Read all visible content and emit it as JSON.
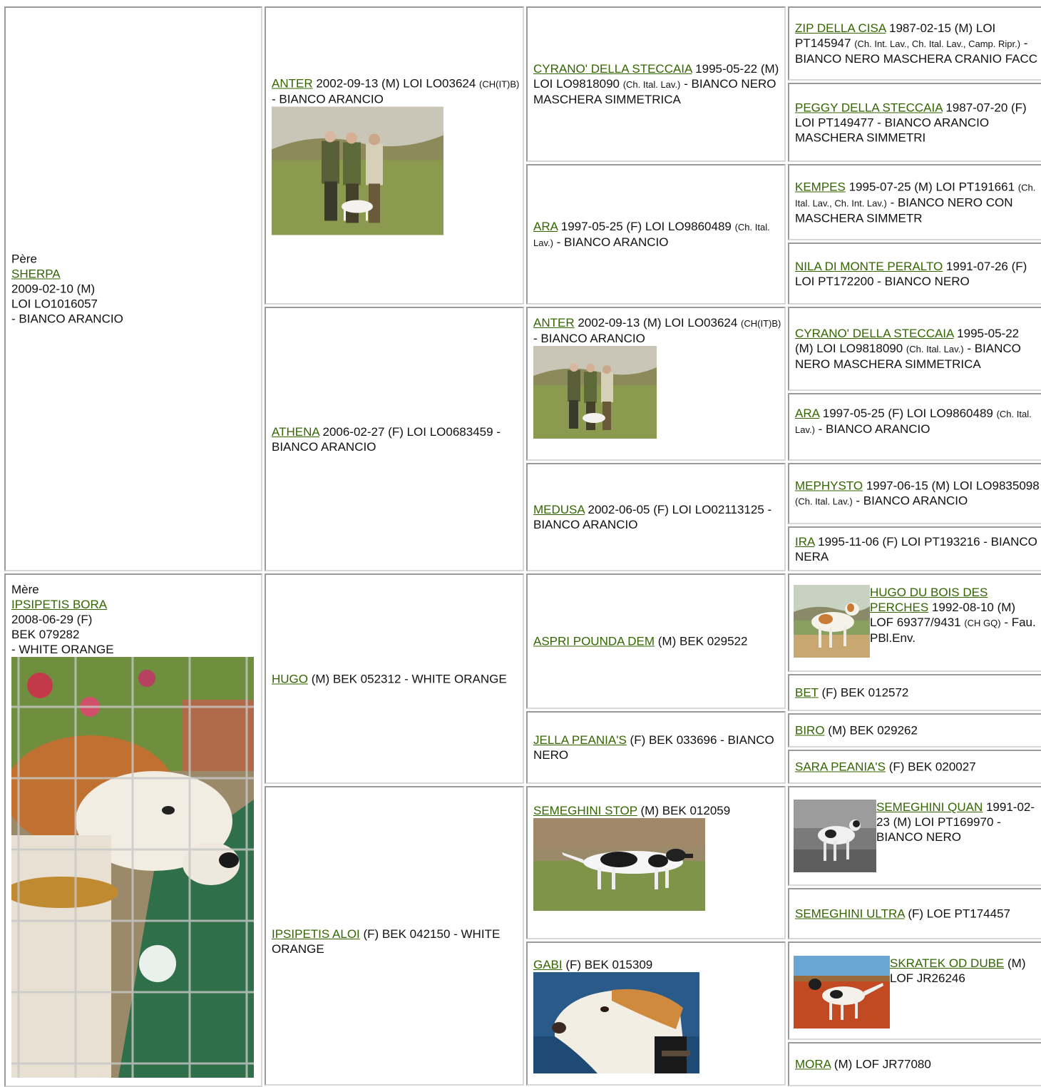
{
  "gen1": {
    "sire": {
      "role": "Père",
      "name": "SHERPA",
      "dob": "2009-02-10 (M)",
      "reg": "LOI LO1016057",
      "color": "- BIANCO ARANCIO"
    },
    "dam": {
      "role": "Mère",
      "name": "IPSIPETIS BORA",
      "dob": "2008-06-29 (F)",
      "reg": "BEK 079282",
      "color": "- WHITE ORANGE",
      "photo_icon": "dog-behind-fence-photo"
    }
  },
  "gen2": [
    {
      "name": "ANTER",
      "info": " 2002-09-13 (M) LOI LO03624 ",
      "title": "(CH(IT)B)",
      "info2": " - BIANCO ARANCIO",
      "photo_icon": "men-with-pointer-photo"
    },
    {
      "name": "ATHENA",
      "info": " 2006-02-27 (F) LOI LO0683459 - BIANCO ARANCIO"
    },
    {
      "name": "HUGO",
      "info": " (M) BEK 052312 - WHITE ORANGE"
    },
    {
      "name": "IPSIPETIS ALOI",
      "info": " (F) BEK 042150 - WHITE ORANGE"
    }
  ],
  "gen3": [
    {
      "name": "CYRANO' DELLA STECCAIA",
      "info": " 1995-05-22 (M) LOI LO9818090 ",
      "title": "(Ch. Ital. Lav.)",
      "info2": " - BIANCO NERO MASCHERA SIMMETRICA"
    },
    {
      "name": "ARA",
      "info": " 1997-05-25 (F) LOI LO9860489 ",
      "title": "(Ch. Ital. Lav.)",
      "info2": " - BIANCO ARANCIO"
    },
    {
      "name": "ANTER",
      "info": " 2002-09-13 (M) LOI LO03624 ",
      "title": "(CH(IT)B)",
      "info2": " - BIANCO ARANCIO",
      "photo_icon": "men-with-pointer-photo"
    },
    {
      "name": "MEDUSA",
      "info": " 2002-06-05 (F) LOI LO02113125 - BIANCO ARANCIO"
    },
    {
      "name": "ASPRI POUNDA DEM",
      "info": " (M) BEK 029522"
    },
    {
      "name": "JELLA PEANIA'S",
      "info": " (F) BEK 033696 - BIANCO NERO"
    },
    {
      "name": "SEMEGHINI STOP",
      "info": " (M) BEK 012059",
      "photo_icon": "pointing-dog-photo"
    },
    {
      "name": "GABI",
      "info": " (F) BEK 015309",
      "photo_icon": "dog-head-photo"
    }
  ],
  "gen4": [
    {
      "name": "ZIP DELLA CISA",
      "info": " 1987-02-15 (M) LOI PT145947 ",
      "title": "(Ch. Int. Lav., Ch. Ital. Lav., Camp. Ripr.)",
      "info2": " - BIANCO NERO MASCHERA CRANIO FACC"
    },
    {
      "name": "PEGGY DELLA STECCAIA",
      "info": " 1987-07-20 (F) LOI PT149477 - BIANCO ARANCIO MASCHERA SIMMETRI"
    },
    {
      "name": "KEMPES",
      "info": " 1995-07-25 (M) LOI PT191661 ",
      "title": "(Ch. Ital. Lav., Ch. Int. Lav.)",
      "info2": " - BIANCO NERO CON MASCHERA SIMMETR"
    },
    {
      "name": "NILA DI MONTE PERALTO",
      "info": " 1991-07-26 (F) LOI PT172200 - BIANCO NERO"
    },
    {
      "name": "CYRANO' DELLA STECCAIA",
      "info": " 1995-05-22 (M) LOI LO9818090 ",
      "title": "(Ch. Ital. Lav.)",
      "info2": " - BIANCO NERO MASCHERA SIMMETRICA"
    },
    {
      "name": "ARA",
      "info": " 1997-05-25 (F) LOI LO9860489 ",
      "title": "(Ch. Ital. Lav.)",
      "info2": " - BIANCO ARANCIO"
    },
    {
      "name": "MEPHYSTO",
      "info": " 1997-06-15 (M) LOI LO9835098 ",
      "title": "(Ch. Ital. Lav.)",
      "info2": " - BIANCO ARANCIO"
    },
    {
      "name": "IRA",
      "info": " 1995-11-06 (F) LOI PT193216 - BIANCO NERA"
    },
    {
      "name": "HUGO DU BOIS DES PERCHES",
      "info": " 1992-08-10 (M) LOF 69377/9431 ",
      "title": "(CH GQ)",
      "info2": " - Fau. PBl.Env.",
      "photo_icon": "standing-pointer-photo"
    },
    {
      "name": "BET",
      "info": " (F) BEK 012572"
    },
    {
      "name": "BIRO",
      "info": " (M) BEK 029262"
    },
    {
      "name": "SARA PEANIA'S",
      "info": " (F) BEK 020027"
    },
    {
      "name": "SEMEGHINI QUAN",
      "info": " 1991-02-23 (M) LOI PT169970 - BIANCO NERO",
      "photo_icon": "bw-pointer-photo"
    },
    {
      "name": "SEMEGHINI ULTRA",
      "info": " (F) LOE PT174457"
    },
    {
      "name": "SKRATEK OD DUBE",
      "info": " (M) LOF JR26246",
      "photo_icon": "pointer-on-field-photo"
    },
    {
      "name": "MORA",
      "info": " (M) LOF JR77080"
    }
  ]
}
